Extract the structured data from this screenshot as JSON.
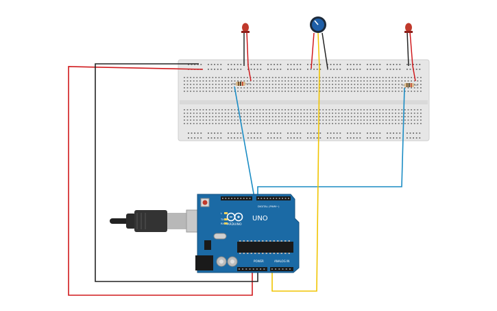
{
  "components": {
    "breadboard": {
      "name": "breadboard"
    },
    "led_left": {
      "name": "led",
      "color": "#c0392b"
    },
    "led_right": {
      "name": "led",
      "color": "#c0392b"
    },
    "potentiometer": {
      "name": "potentiometer",
      "color": "#1f5fa8"
    },
    "resistor_left": {
      "name": "resistor"
    },
    "resistor_right": {
      "name": "resistor"
    },
    "arduino": {
      "name": "arduino-uno",
      "brand": "ARDUINO",
      "model": "UNO",
      "digital_label": "DIGITAL (PWM~)",
      "power_label": "POWER",
      "analog_label": "ANALOG IN",
      "tx_label": "TX",
      "rx_label": "RX",
      "l_label": "L",
      "board_color": "#1b6aa5"
    }
  },
  "wires": [
    {
      "name": "wire-red-5v",
      "color": "#d0191c"
    },
    {
      "name": "wire-black-gnd",
      "color": "#222222"
    },
    {
      "name": "wire-blue-left-led",
      "color": "#1a8cc4"
    },
    {
      "name": "wire-blue-right-led",
      "color": "#1a8cc4"
    },
    {
      "name": "wire-yellow-pot",
      "color": "#f0c400"
    }
  ]
}
